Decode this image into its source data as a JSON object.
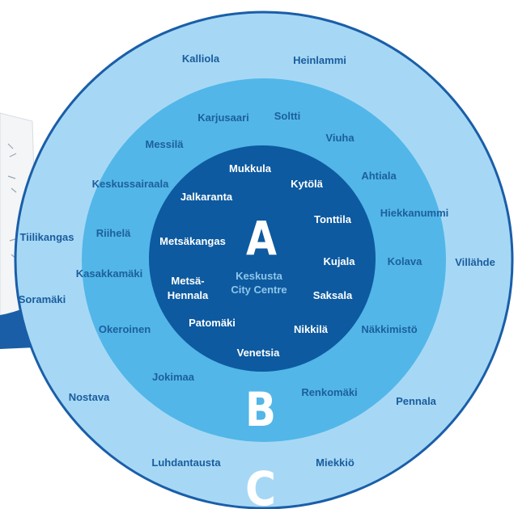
{
  "colors": {
    "zone_c": "#a6d8f5",
    "zone_b": "#52b6e8",
    "zone_a": "#0d5aa0",
    "outline": "#1a5ea8",
    "text_dark": "#1a5c9e",
    "text_light": "#ffffff"
  },
  "zones": {
    "A": {
      "letter": "A"
    },
    "B": {
      "letter": "B"
    },
    "C": {
      "letter": "C"
    }
  },
  "center": {
    "line1": "Keskusta",
    "line2": "City Centre"
  },
  "zone_a_places": {
    "mukkula": "Mukkula",
    "kytola": "Kytölä",
    "jalkaranta": "Jalkaranta",
    "tonttila": "Tonttila",
    "metsakangas": "Metsäkangas",
    "kujala": "Kujala",
    "metsa_hennala_1": "Metsä-",
    "metsa_hennala_2": "Hennala",
    "saksala": "Saksala",
    "patomaki": "Patomäki",
    "nikkila": "Nikkilä",
    "venetsia": "Venetsia"
  },
  "zone_b_places": {
    "karjusaari": "Karjusaari",
    "soltti": "Soltti",
    "messila": "Messilä",
    "viuha": "Viuha",
    "keskussairaala": "Keskussairaala",
    "ahtiala": "Ahtiala",
    "hiekkanummi": "Hiekkanummi",
    "riihela": "Riihelä",
    "kolava": "Kolava",
    "kasakkamaki": "Kasakkamäki",
    "okeroinen": "Okeroinen",
    "nakkimisto": "Näkkimistö",
    "jokimaa": "Jokimaa",
    "renkomaki": "Renkomäki"
  },
  "zone_c_places": {
    "kalliola": "Kalliola",
    "heinlammi": "Heinlammi",
    "tiilikangas": "Tiilikangas",
    "villahde": "Villähde",
    "soramaki": "Soramäki",
    "nostava": "Nostava",
    "pennala": "Pennala",
    "luhdantausta": "Luhdantausta",
    "miekkio": "Miekkiö"
  }
}
